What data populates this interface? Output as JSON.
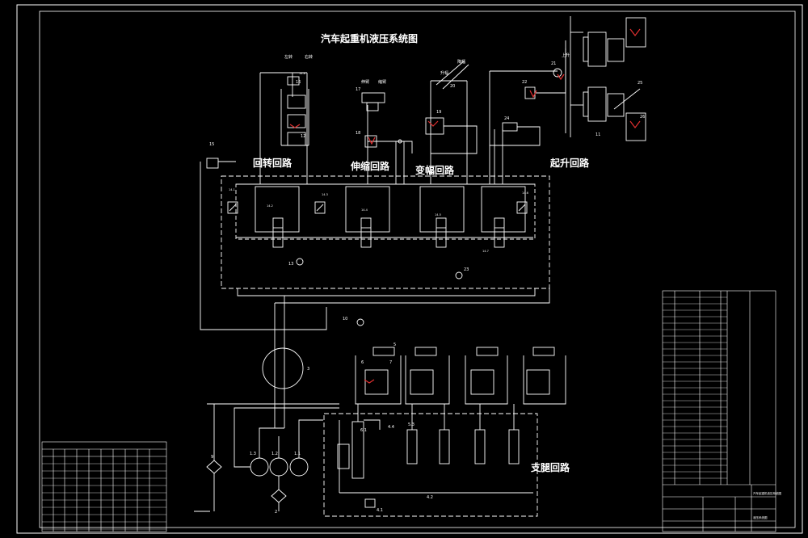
{
  "diagram": {
    "title": "汽车起重机液压系统图",
    "circuits": {
      "slewing": "回转回路",
      "telescoping": "伸缩回路",
      "luffing": "变幅回路",
      "hoisting": "起升回路",
      "outrigger": "支腿回路"
    },
    "slew_directions": {
      "left": "左转",
      "right": "右转"
    },
    "telescope_actions": {
      "extend": "伸臂",
      "retract": "缩臂"
    },
    "luffing_actions": {
      "raise": "升幅",
      "lower": "降幅"
    },
    "hoist_actions": {
      "up": "上升"
    },
    "labels": {
      "l1": "15",
      "l2": "17",
      "l3": "18",
      "l4": "19",
      "l5": "20",
      "l6": "21",
      "l7": "22",
      "l8": "24",
      "l9": "25",
      "l10": "26",
      "l11": "14.1",
      "l12": "14.2",
      "l13": "14.3",
      "l14": "14.4",
      "l15": "14.5",
      "l16": "14.6",
      "l17": "14.7",
      "l18": "14.8",
      "l19": "13",
      "l20": "23",
      "l21": "10",
      "l22": "3",
      "l23": "9",
      "l24": "1.3",
      "l25": "1.2",
      "l26": "1.1",
      "l27": "2",
      "l28": "4.2",
      "l29": "4.1",
      "l30": "6.1",
      "l31": "4.4",
      "l32": "5.3",
      "l33": "5",
      "l34": "6",
      "l35": "7",
      "l36": "12",
      "l37": "11",
      "l38": "16"
    }
  },
  "title_block": {
    "drawing_name": "汽车起重机液压系统图",
    "company": "液压系统图"
  }
}
